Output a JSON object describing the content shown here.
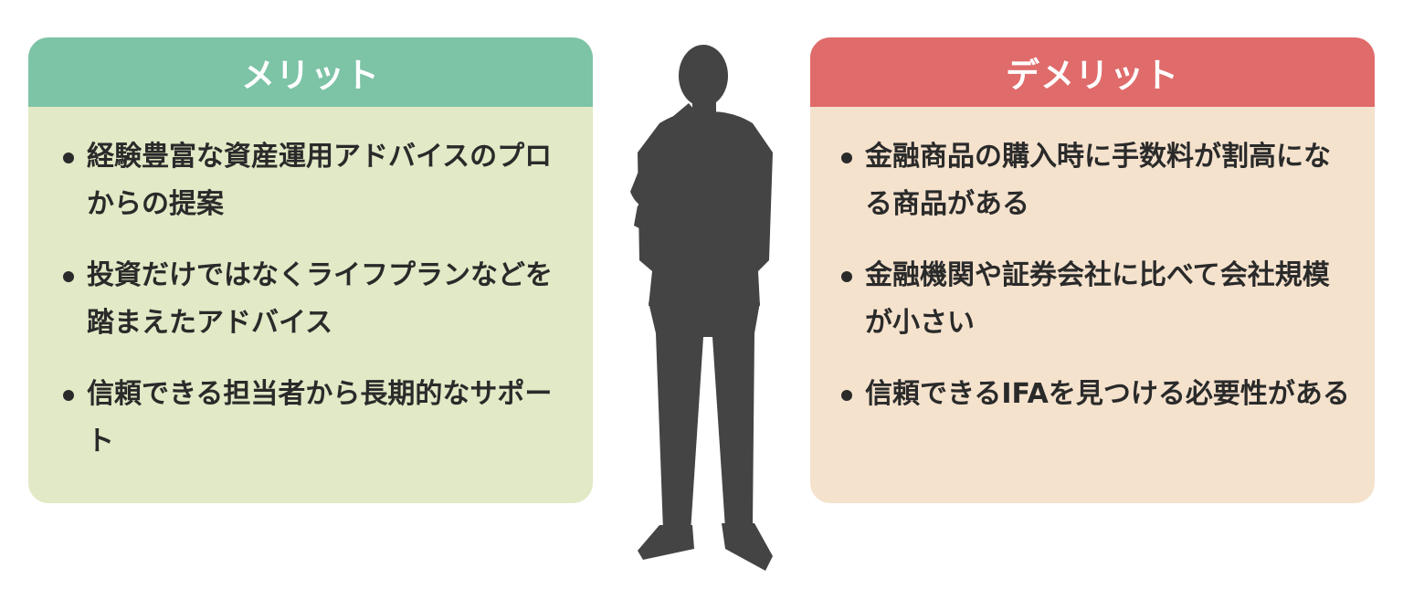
{
  "merit": {
    "title": "メリット",
    "header_color": "#7dc3a6",
    "body_color": "#e1e9c6",
    "items": [
      "経験豊富な資産運用アドバイスのプロからの提案",
      "投資だけではなくライフプランなどを踏まえたアドバイス",
      "信頼できる担当者から長期的なサポート"
    ]
  },
  "demerit": {
    "title": "デメリット",
    "header_color": "#e06b6b",
    "body_color": "#f5e2cd",
    "items": [
      "金融商品の購入時に手数料が割高になる商品がある",
      "金融機関や証券会社に比べて会社規模が小さい",
      "信頼できるIFAを見つける必要性がある"
    ]
  },
  "figure": {
    "icon": "thinking-man-silhouette-icon",
    "color": "#444444"
  }
}
